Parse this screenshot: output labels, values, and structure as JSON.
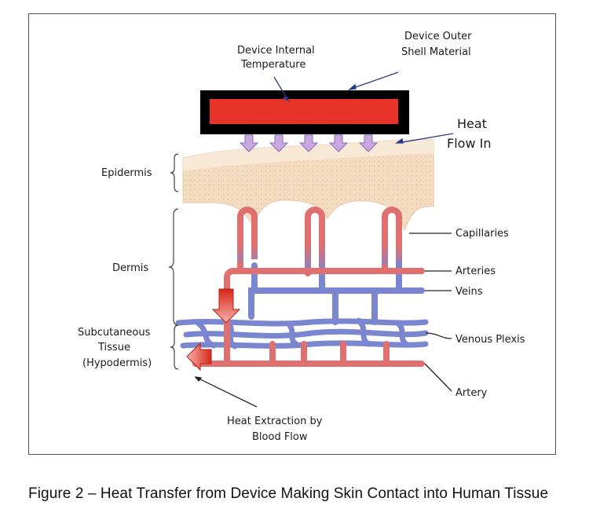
{
  "figure": {
    "labels": {
      "device_internal_temp_1": "Device Internal",
      "device_internal_temp_2": "Temperature",
      "outer_shell_1": "Device Outer",
      "outer_shell_2": "Shell Material",
      "heat_flow_1": "Heat",
      "heat_flow_2": "Flow In",
      "epidermis": "Epidermis",
      "dermis": "Dermis",
      "subcutaneous_1": "Subcutaneous",
      "subcutaneous_2": "Tissue",
      "subcutaneous_3": "(Hypodermis)",
      "capillaries": "Capillaries",
      "arteries": "Arteries",
      "veins": "Veins",
      "venous_plexis": "Venous Plexis",
      "artery": "Artery",
      "heat_extraction_1": "Heat Extraction by",
      "heat_extraction_2": "Blood Flow"
    },
    "colors": {
      "device_shell": "#000000",
      "device_core": "#e8332a",
      "skin_light": "#f6e6d3",
      "skin_dark": "#e9c9a6",
      "artery": "#e07070",
      "vein": "#7a86cf",
      "heat_arrow": "#c9a7e0",
      "hot_arrow": "#d9261c"
    }
  },
  "caption": "Figure 2 – Heat Transfer from Device Making Skin Contact into Human Tissue"
}
